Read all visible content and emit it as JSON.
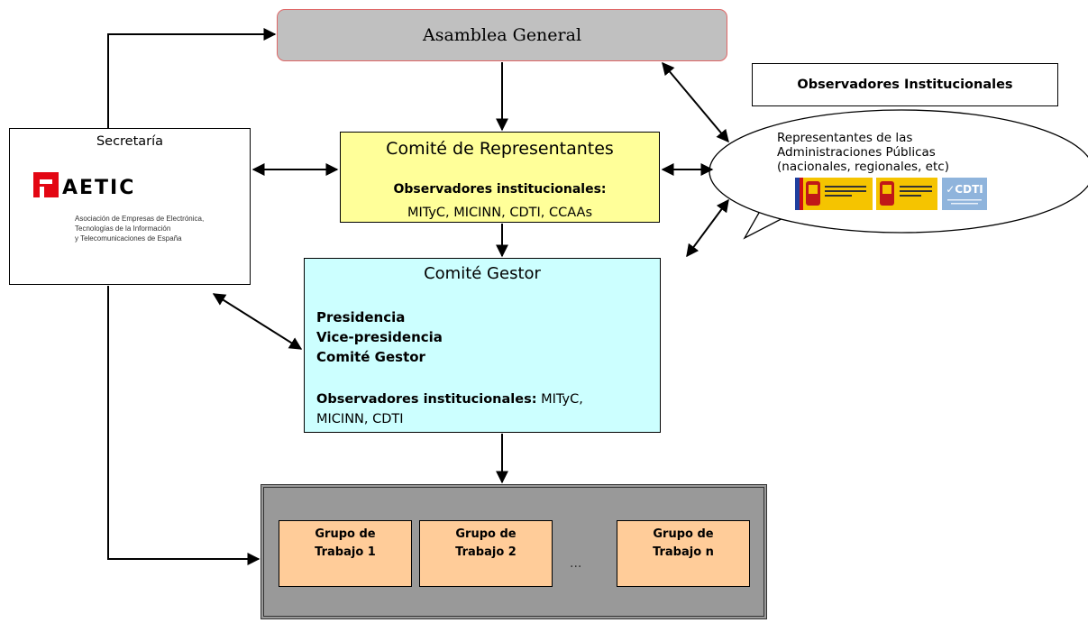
{
  "asamblea": {
    "title": "Asamblea General"
  },
  "observadores": {
    "title": "Observadores Institucionales",
    "bubble_lines": [
      "Representantes de las",
      "Administraciones Públicas",
      "(nacionales, regionales, etc)"
    ],
    "logos": [
      {
        "name": "MINISTERIO DE INDUSTRIA TURISMO Y COMERCIO"
      },
      {
        "name": "MINISTERIO DE EDUCACIÓN Y CIENCIA"
      },
      {
        "name": "CDTI"
      }
    ]
  },
  "secretaria": {
    "title": "Secretaría",
    "logo_name": "AETIC",
    "logo_sub_lines": [
      "Asociación de Empresas de Electrónica,",
      "Tecnologías de la Información",
      "y Telecomunicaciones de España"
    ]
  },
  "representantes": {
    "title": "Comité de Representantes",
    "obs_label": "Observadores institucionales:",
    "obs_list": "MITyC, MICINN, CDTI, CCAAs"
  },
  "gestor": {
    "title": "Comité Gestor",
    "roles": [
      "Presidencia",
      "Vice-presidencia",
      "Comité Gestor"
    ],
    "obs_label": "Observadores institucionales:",
    "obs_list_1": " MITyC,",
    "obs_list_2": "MICINN, CDTI"
  },
  "grupos": {
    "items": [
      {
        "line1": "Grupo de",
        "line2": "Trabajo 1"
      },
      {
        "line1": "Grupo de",
        "line2": "Trabajo 2"
      },
      {
        "line1": "Grupo de",
        "line2": "Trabajo n"
      }
    ],
    "ellipsis": "..."
  },
  "colors": {
    "asamblea": "#c0c0c0",
    "asamblea_border": "#e06666",
    "representantes": "#ffff99",
    "gestor": "#ccffff",
    "grupos_bg": "#999999",
    "grupo_box": "#ffcc99",
    "aetic_red": "#e30613"
  }
}
